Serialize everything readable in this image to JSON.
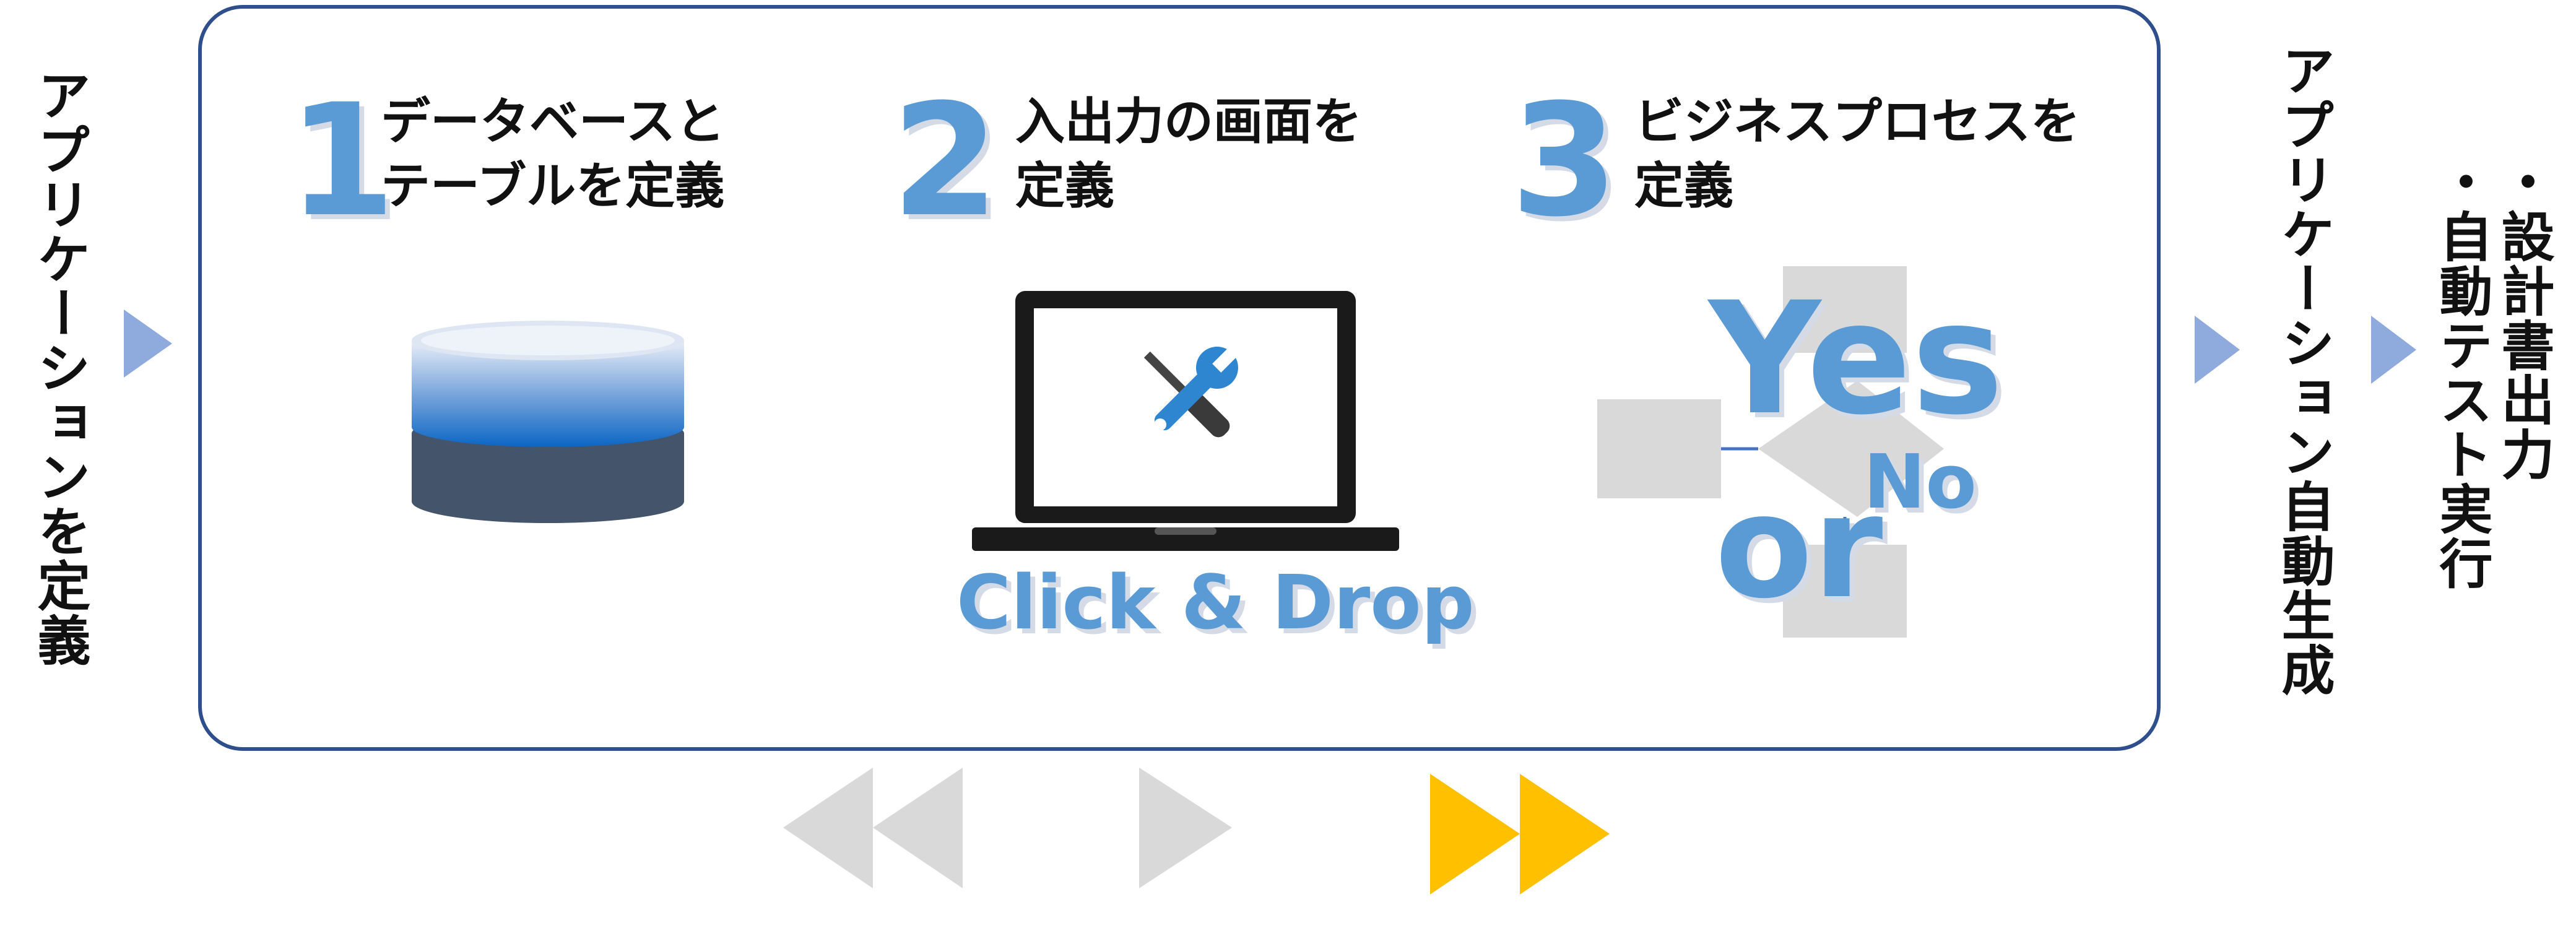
{
  "left_label": "アプリケーションを定義",
  "steps": [
    {
      "number": "1",
      "title": "データベースと\nテーブルを定義"
    },
    {
      "number": "2",
      "title": "入出力の画面を\n定義"
    },
    {
      "number": "3",
      "title": "ビジネスプロセスを\n定義"
    }
  ],
  "click_drop": "Click & Drop",
  "yes_label": "Yes",
  "no_label": "No",
  "or_label": "or",
  "right_label": "アプリケーション自動生成",
  "outputs": [
    "設計書出力",
    "自動テスト実行"
  ],
  "bullet": "・",
  "colors": {
    "accent_blue": "#5b9bd5",
    "panel_border": "#2e4f8c",
    "arrow_blue": "#8faadc",
    "arrow_gray": "#d9d9d9",
    "arrow_yellow": "#ffc000",
    "db_dark": "#44546a"
  },
  "icons": [
    "database-icon",
    "laptop-icon",
    "wrench-screwdriver-icon",
    "flowchart-icon",
    "rewind-icon",
    "play-icon",
    "fast-forward-icon"
  ]
}
